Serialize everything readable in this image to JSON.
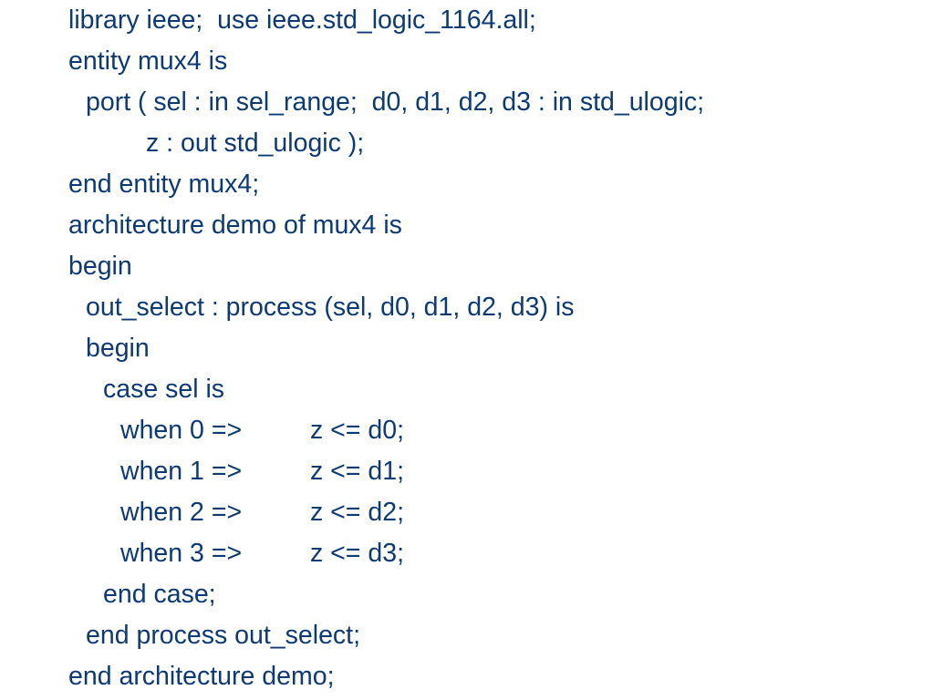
{
  "code": {
    "lines": [
      "library ieee;  use ieee.std_logic_1164.all;",
      "entity mux4 is",
      "port ( sel : in sel_range;  d0, d1, d2, d3 : in std_ulogic;",
      "z : out std_ulogic );",
      "end entity mux4;",
      "architecture demo of mux4 is",
      "begin",
      "out_select : process (sel, d0, d1, d2, d3) is",
      "begin",
      "case sel is",
      "end case;",
      "end process out_select;",
      "end architecture demo;"
    ],
    "when_clauses": [
      {
        "condition": "when 0 =>",
        "action": "z <= d0;"
      },
      {
        "condition": "when 1 =>",
        "action": "z <= d1;"
      },
      {
        "condition": "when 2 =>",
        "action": "z <= d2;"
      },
      {
        "condition": "when 3 =>",
        "action": "z <= d3;"
      }
    ]
  }
}
